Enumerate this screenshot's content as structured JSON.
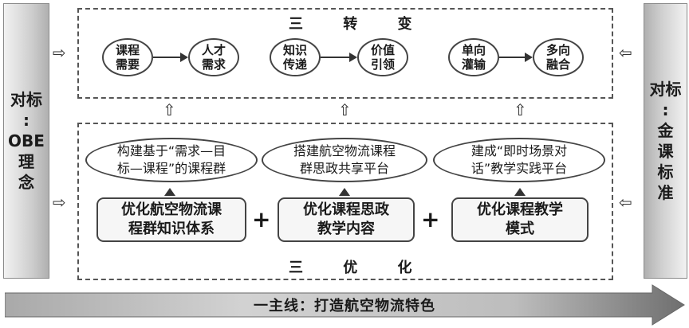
{
  "left_pillar": {
    "lines": [
      "对标",
      ":",
      "OBE",
      "理",
      "念"
    ]
  },
  "right_pillar": {
    "lines": [
      "对标",
      ":",
      "金",
      "课",
      "标",
      "准"
    ]
  },
  "top_section": {
    "title": "三 转 变",
    "pairs": [
      {
        "from": [
          "课程",
          "需要"
        ],
        "to": [
          "人才",
          "需求"
        ]
      },
      {
        "from": [
          "知识",
          "传递"
        ],
        "to": [
          "价值",
          "引领"
        ]
      },
      {
        "from": [
          "单向",
          "灌输"
        ],
        "to": [
          "多向",
          "融合"
        ]
      }
    ]
  },
  "bottom_section": {
    "title": "三 优 化",
    "ovals": [
      [
        "构建基于“需求—目",
        "标—课程”的课程群"
      ],
      [
        "搭建航空物流课程",
        "群思政共享平台"
      ],
      [
        "建成“即时场景对",
        "话”教学实践平台"
      ]
    ],
    "boxes": [
      [
        "优化航空物流课",
        "程群知识体系"
      ],
      [
        "优化课程思政",
        "教学内容"
      ],
      [
        "优化课程教学",
        "模式"
      ]
    ],
    "plus": "+"
  },
  "main_line": "一主线：打造航空物流特色",
  "icons": {
    "hollow_right": "⇨",
    "hollow_left": "⇦",
    "hollow_up": "⇧"
  }
}
